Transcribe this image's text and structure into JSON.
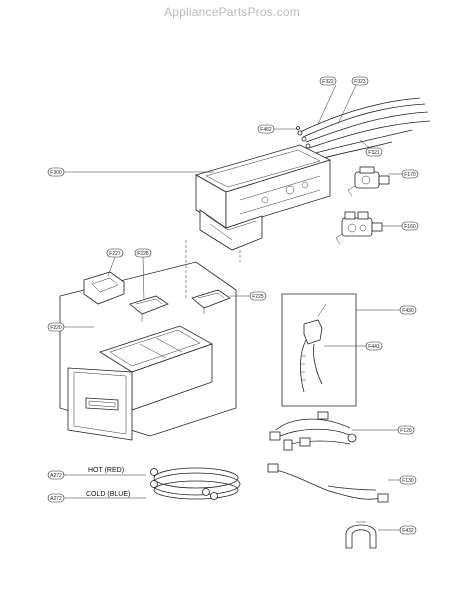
{
  "watermark": "AppliancePartsPros.com",
  "callouts": {
    "F322": "F322",
    "F323": "F323",
    "F462": "F462",
    "F321": "F321",
    "F300": "F300",
    "F170": "F170",
    "F160": "F160",
    "F227": "F227",
    "F228": "F228",
    "F225": "F225",
    "F220": "F220",
    "F430": "F430",
    "F441": "F441",
    "F120": "F120",
    "A272a": "A272",
    "A272b": "A272",
    "F130": "F130",
    "F432": "F432"
  },
  "hose_labels": {
    "hot": "HOT (RED)",
    "cold": "COLD (BLUE)"
  }
}
